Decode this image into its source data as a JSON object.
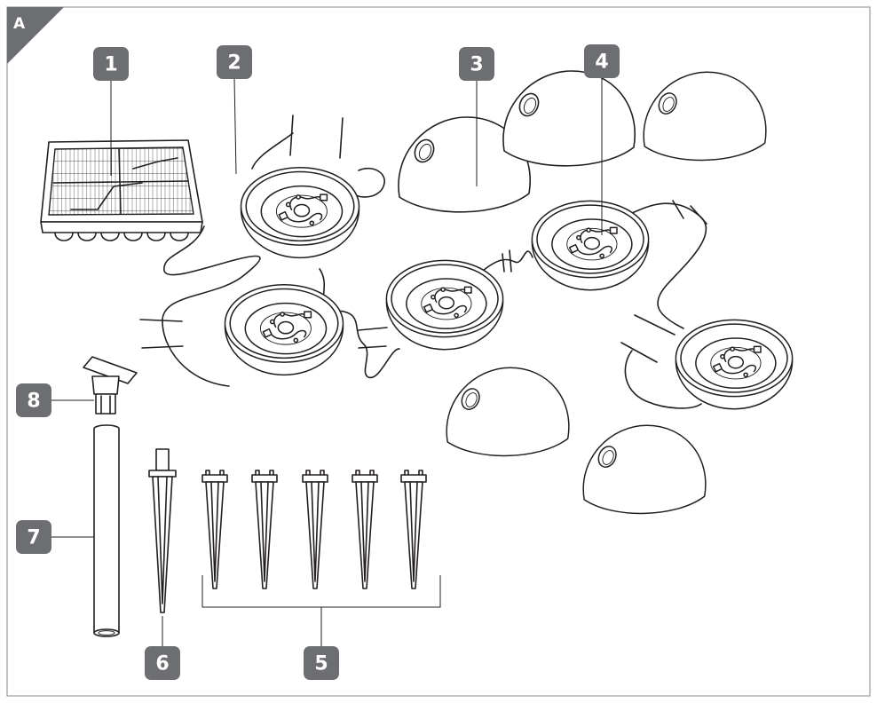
{
  "panel": {
    "label": "A"
  },
  "callouts": [
    {
      "number": "1",
      "part": "solar-panel"
    },
    {
      "number": "2",
      "part": "cable"
    },
    {
      "number": "3",
      "part": "globe-shade"
    },
    {
      "number": "4",
      "part": "lamp-base"
    },
    {
      "number": "5",
      "part": "short-ground-stakes"
    },
    {
      "number": "6",
      "part": "long-ground-stake"
    },
    {
      "number": "7",
      "part": "extension-tube"
    },
    {
      "number": "8",
      "part": "panel-mount"
    }
  ],
  "colors": {
    "badge": "#6d6e71",
    "line": "#231f20",
    "frame": "#9c9c9c"
  }
}
